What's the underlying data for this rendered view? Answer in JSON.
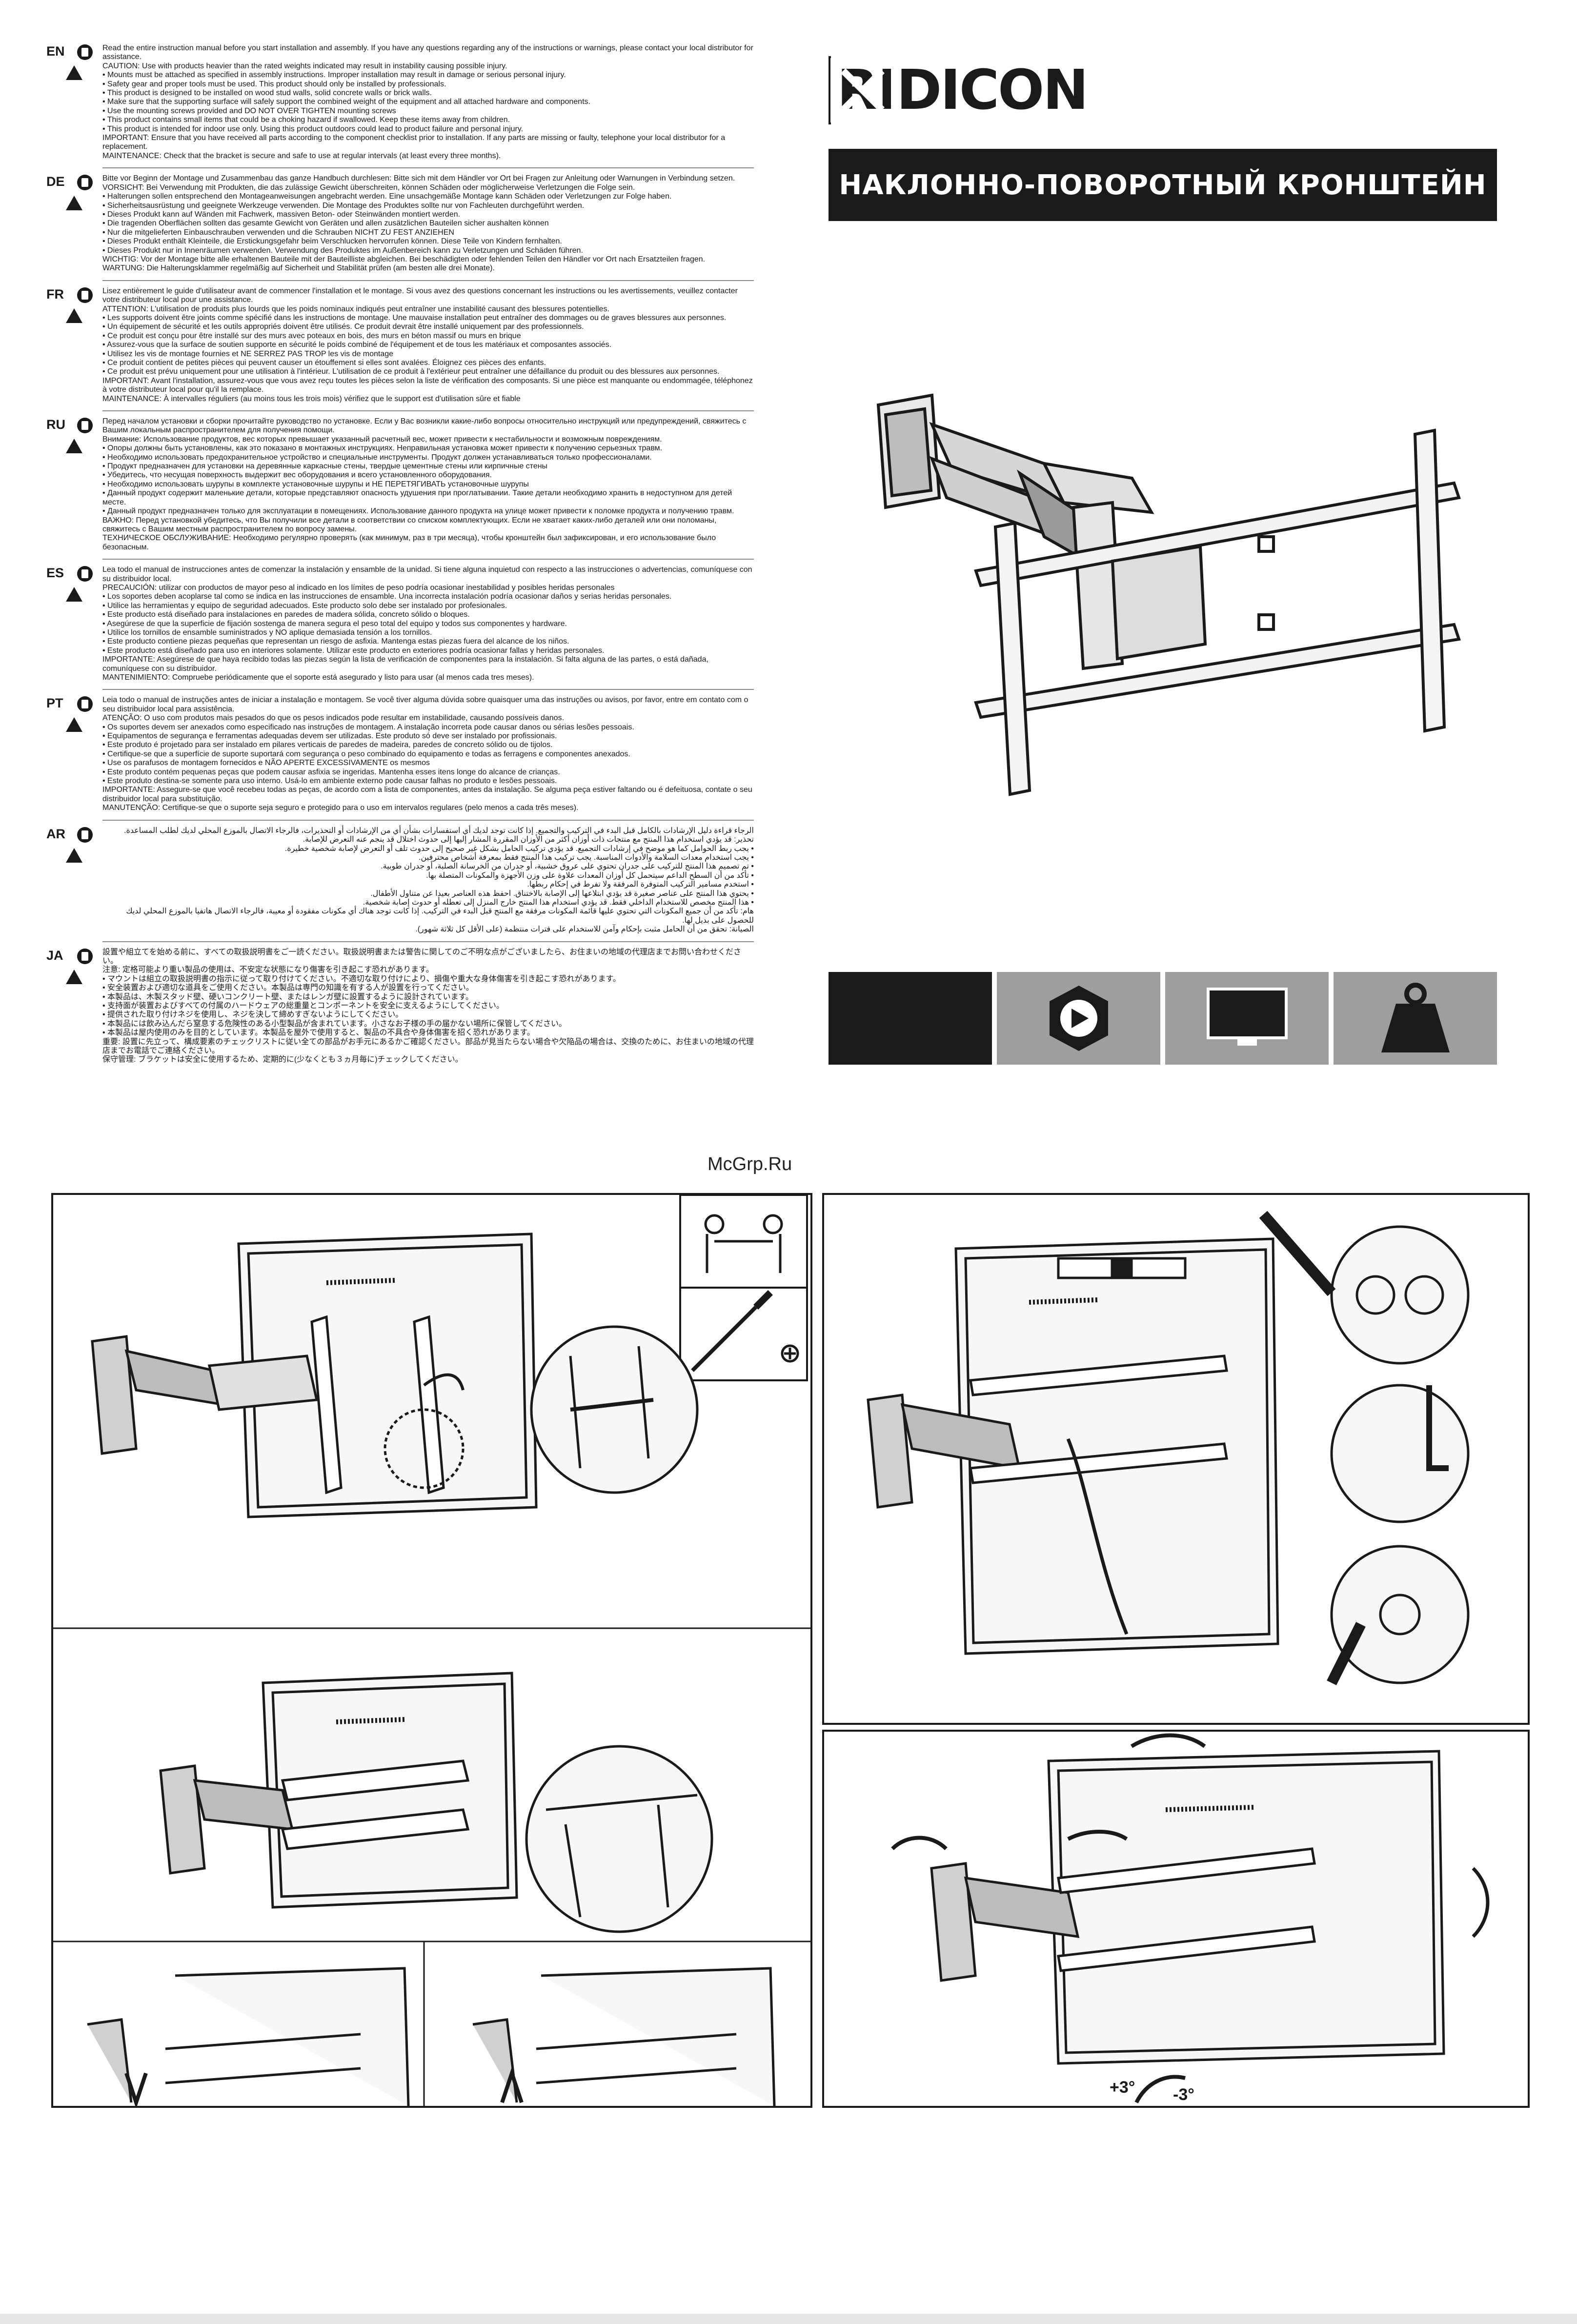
{
  "brand": {
    "name": "RIDICON"
  },
  "product_title": "НАКЛОННО-ПОВОРОТНЫЙ КРОНШТЕЙН",
  "watermark": "McGrp.Ru",
  "angles": {
    "plus": "+3°",
    "minus": "-3°"
  },
  "languages": [
    {
      "code": "EN",
      "lines": [
        "Read the entire instruction manual before you start installation and assembly. If you have any questions regarding any of the instructions or warnings, please contact your local distributor for assistance.",
        "CAUTION: Use with products heavier than the rated weights indicated may result in instability causing possible injury.",
        "• Mounts must be attached as specified in assembly instructions. Improper installation may result in damage or serious personal injury.",
        "• Safety gear and proper tools must be used. This product should only be installed by professionals.",
        "• This product is designed to be installed on wood stud walls, solid concrete walls or brick walls.",
        "• Make sure that the supporting surface will safely support the combined weight of the equipment and all attached hardware and components.",
        "• Use the mounting screws provided and DO NOT OVER TIGHTEN mounting screws",
        "• This product contains small items that could be a choking hazard if swallowed. Keep these items away from children.",
        "• This product is intended for indoor use only. Using this product outdoors could lead to product failure and personal injury.",
        "IMPORTANT: Ensure that you have received all parts according to the component checklist prior to installation. If any parts are missing or faulty, telephone your local distributor for a replacement.",
        "MAINTENANCE: Check that the bracket is secure and safe to use at regular intervals (at least every three months)."
      ]
    },
    {
      "code": "DE",
      "lines": [
        "Bitte vor Beginn der Montage und Zusammenbau das ganze Handbuch durchlesen: Bitte sich mit dem Händler vor Ort bei Fragen zur Anleitung oder Warnungen in Verbindung setzen.",
        "VORSICHT: Bei Verwendung mit Produkten, die das zulässige Gewicht überschreiten, können Schäden oder möglicherweise Verletzungen die Folge sein.",
        "• Halterungen sollen entsprechend den Montageanweisungen angebracht werden. Eine unsachgemäße Montage kann Schäden oder Verletzungen zur Folge haben.",
        "• Sicherheitsausrüstung und geeignete Werkzeuge verwenden. Die Montage des Produktes sollte nur von Fachleuten durchgeführt werden.",
        "• Dieses Produkt kann auf Wänden mit Fachwerk, massiven Beton- oder Steinwänden montiert werden.",
        "• Die tragenden Oberflächen sollten das gesamte Gewicht von Geräten und allen zusätzlichen Bauteilen sicher aushalten können",
        "• Nur die mitgelieferten Einbauschrauben verwenden und die Schrauben NICHT ZU FEST ANZIEHEN",
        "• Dieses Produkt enthält Kleinteile, die Erstickungsgefahr beim Verschlucken hervorrufen können. Diese Teile von Kindern fernhalten.",
        "• Dieses Produkt nur in Innenräumen verwenden. Verwendung des Produktes im Außenbereich kann zu Verletzungen und Schäden führen.",
        "WICHTIG: Vor der Montage bitte alle erhaltenen Bauteile mit der Bauteilliste abgleichen. Bei beschädigten oder fehlenden Teilen den Händler vor Ort nach Ersatzteilen fragen.",
        "WARTUNG: Die Halterungsklammer regelmäßig auf Sicherheit und Stabilität prüfen (am besten alle drei Monate)."
      ]
    },
    {
      "code": "FR",
      "lines": [
        "Lisez entièrement le guide d'utilisateur avant de commencer l'installation et le montage. Si vous avez des questions concernant les instructions ou les avertissements, veuillez contacter votre distributeur local pour une assistance.",
        "ATTENTION: L'utilisation de produits plus lourds que les poids nominaux indiqués peut entraîner une instabilité causant des blessures potentielles.",
        "• Les supports doivent être joints comme spécifié dans les instructions de montage. Une mauvaise installation peut entraîner des dommages ou de graves blessures aux personnes.",
        "• Un équipement de sécurité et les outils appropriés doivent être utilisés. Ce produit devrait être installé uniquement par des professionnels.",
        "• Ce produit est conçu pour être installé sur des murs avec poteaux en bois, des murs en béton massif ou murs en brique",
        "• Assurez-vous que la surface de soutien supporte en sécurité le poids combiné de l'équipement et de tous les matériaux et composantes associés.",
        "• Utilisez les vis de montage fournies et NE SERREZ PAS TROP les vis de montage",
        "• Ce produit contient de petites pièces qui peuvent causer un étouffement si elles sont avalées. Éloignez ces pièces des enfants.",
        "• Ce produit est prévu uniquement pour une utilisation à l'intérieur. L'utilisation de ce produit à l'extérieur peut entraîner une défaillance du produit ou des blessures aux personnes.",
        "IMPORTANT: Avant l'installation, assurez-vous que vous avez reçu toutes les pièces selon la liste de vérification des composants. Si une pièce est manquante ou endommagée, téléphonez à votre distributeur local pour qu'il la remplace.",
        "MAINTENANCE: À intervalles réguliers (au moins tous les trois mois) vérifiez que le support est d'utilisation sûre et fiable"
      ]
    },
    {
      "code": "RU",
      "lines": [
        "Перед началом установки и сборки прочитайте руководство по установке. Если у Вас возникли какие-либо вопросы относительно инструкций или предупреждений, свяжитесь с Вашим локальным распространителем для получения помощи.",
        "Внимание: Использование продуктов, вес которых превышает указанный расчетный вес, может привести к нестабильности и возможным повреждениям.",
        "• Опоры должны быть установлены, как это показано в монтажных инструкциях. Неправильная установка может привести к получению серьезных травм.",
        "• Необходимо использовать предохранительное устройство и специальные инструменты. Продукт должен устанавливаться только профессионалами.",
        "• Продукт предназначен для установки на деревянные каркасные стены, твердые цементные стены или кирпичные стены",
        "• Убедитесь, что несущая поверхность выдержит вес оборудования и всего установленного оборудования.",
        "• Необходимо использовать шурупы в комплекте установочные шурупы и НЕ ПЕРЕТЯГИВАТЬ установочные шурупы",
        "• Данный продукт содержит маленькие детали, которые представляют опасность удушения при проглатывании. Такие детали необходимо хранить в недоступном для детей месте.",
        "• Данный продукт предназначен только для эксплуатации в помещениях. Использование данного продукта на улице может привести к поломке продукта и получению травм.",
        "ВАЖНО: Перед установкой убедитесь, что Вы получили все детали в соответствии со списком комплектующих. Если не хватает каких-либо деталей или они поломаны, свяжитесь с Вашим местным распространителем по вопросу замены.",
        "ТЕХНИЧЕСКОЕ ОБСЛУЖИВАНИЕ: Необходимо регулярно проверять (как минимум, раз в три месяца), чтобы кронштейн был зафиксирован, и его использование было безопасным."
      ]
    },
    {
      "code": "ES",
      "lines": [
        "Lea todo el manual de instrucciones antes de comenzar la instalación y ensamble de la unidad. Si tiene alguna inquietud con respecto a las instrucciones o advertencias, comuníquese con su distribuidor local.",
        "PRECAUCIÓN: utilizar con productos de mayor peso al indicado en los límites de peso podría ocasionar inestabilidad y posibles heridas personales",
        "• Los soportes deben acoplarse tal como se indica en las instrucciones de ensamble. Una incorrecta instalación podría ocasionar daños y serias heridas personales.",
        "• Utilice las herramientas y equipo de seguridad adecuados. Este producto solo debe ser instalado por profesionales.",
        "• Este producto está diseñado para instalaciones en paredes de madera sólida, concreto sólido o bloques.",
        "• Asegúrese de que la superficie de fijación sostenga de manera segura el peso total del equipo y todos sus componentes y hardware.",
        "• Utilice los tornillos de ensamble suministrados y NO aplique demasiada tensión a los tornillos.",
        "• Este producto contiene piezas pequeñas que representan un riesgo de asfixia. Mantenga estas piezas fuera del alcance de los niños.",
        "• Este producto está diseñado para uso en interiores solamente. Utilizar este producto en exteriores podría ocasionar fallas y heridas personales.",
        "IMPORTANTE: Asegúrese de que haya recibido todas las piezas según la lista de verificación de componentes para la instalación. Si falta alguna de las partes, o está dañada, comuníquese con su distribuidor.",
        "MANTENIMIENTO: Compruebe periódicamente que el soporte está asegurado y listo para usar (al menos cada tres meses)."
      ]
    },
    {
      "code": "PT",
      "lines": [
        "Leia todo o manual de instruções antes de iniciar a instalação e montagem. Se você tiver alguma dúvida sobre quaisquer uma das instruções ou avisos, por favor, entre em contato com o seu distribuidor local para assistência.",
        "ATENÇÃO: O uso com produtos mais pesados do que os pesos indicados pode resultar em instabilidade, causando possíveis danos.",
        "• Os suportes devem ser anexados como especificado nas instruções de montagem. A instalação incorreta pode causar danos ou sérias lesões pessoais.",
        "• Equipamentos de segurança e ferramentas adequadas devem ser utilizadas. Este produto só deve ser instalado por profissionais.",
        "• Este produto é projetado para ser instalado em pilares verticais de paredes de madeira, paredes de concreto sólido ou de tijolos.",
        "• Certifique-se que a superfície de suporte suportará com segurança o peso combinado do equipamento e todas as ferragens e componentes anexados.",
        "• Use os parafusos de montagem fornecidos e NÃO APERTE EXCESSIVAMENTE os mesmos",
        "• Este produto contém pequenas peças que podem causar asfixia se ingeridas. Mantenha esses itens longe do alcance de crianças.",
        "• Este produto destina-se somente para uso interno. Usá-lo em ambiente externo pode causar falhas no produto e lesões pessoais.",
        "IMPORTANTE: Assegure-se que você recebeu todas as peças, de acordo com a lista de componentes, antes da instalação. Se alguma peça estiver faltando ou é defeituosa, contate o seu distribuidor local para substituição.",
        "MANUTENÇÃO: Certifique-se que o suporte seja seguro e protegido para o uso em intervalos regulares (pelo menos a cada três meses)."
      ]
    },
    {
      "code": "AR",
      "lines": [
        "الرجاء قراءة دليل الإرشادات بالكامل قبل البدء في التركيب والتجميع. إذا كانت توجد لديك أي استفسارات بشأن أي من الإرشادات أو التحذيرات، فالرجاء الاتصال بالموزع المحلي لديك لطلب المساعدة.",
        "تحذير: قد يؤدي استخدام هذا المنتج مع منتجات ذات أوزان أكثر من الأوزان المقررة المشار إليها إلى حدوث اختلال قد ينجم عنه التعرض للإصابة.",
        "• يجب ربط الحوامل كما هو موضح في إرشادات التجميع. قد يؤدي تركيب الحامل بشكل غير صحيح إلى حدوث تلف أو التعرض لإصابة شخصية خطيرة.",
        "• يجب استخدام معدات السلامة والأدوات المناسبة. يجب تركيب هذا المنتج فقط بمعرفة أشخاص محترفين.",
        "• تم تصميم هذا المنتج للتركيب على جدران تحتوي على عروق خشبية، أو جدران من الخرسانة الصلبة، أو جدران طوبية.",
        "• تأكد من أن السطح الداعم سيتحمل كل أوزان المعدات علاوة على وزن الأجهزة والمكونات المتصلة بها.",
        "• استخدم مسامير التركيب المتوفرة المرفقة ولا تفرط في إحكام ربطها.",
        "• يحتوي هذا المنتج على عناصر صغيرة قد يؤدي ابتلاعها إلى الإصابة بالاختناق. احفظ هذه العناصر بعيدا عن متناول الأطفال.",
        "• هذا المنتج مخصص للاستخدام الداخلي فقط. قد يؤدي استخدام هذا المنتج خارج المنزل إلى تعطله أو حدوث إصابة شخصية.",
        "هام: تأكد من أن جميع المكونات التي تحتوي عليها قائمة المكونات مرفقة مع المنتج قبل البدء في التركيب. إذا كانت توجد هناك أي مكونات مفقودة أو معيبة، فالرجاء الاتصال هاتفيا بالموزع المحلي لديك للحصول على بديل لها.",
        "الصيانة: تحقق من أن الحامل مثبت بإحكام وآمن للاستخدام على فترات منتظمة (على الأقل كل ثلاثة شهور)."
      ]
    },
    {
      "code": "JA",
      "lines": [
        "設置や組立てを始める前に、すべての取扱説明書をご一読ください。取扱説明書または警告に関してのご不明な点がございましたら、お住まいの地域の代理店までお問い合わせください。",
        "注意: 定格可能より重い製品の使用は、不安定な状態になり傷害を引き起こす恐れがあります。",
        "• マウントは組立の取扱説明書の指示に従って取り付けてください。不適切な取り付けにより、損傷や重大な身体傷害を引き起こす恐れがあります。",
        "• 安全装置および適切な道具をご使用ください。本製品は専門の知識を有する人が設置を行ってください。",
        "• 本製品は、木製スタッド壁、硬いコンクリート壁、またはレンガ壁に設置するように設計されています。",
        "• 支持面が装置およびすべての付属のハードウェアの総重量とコンポーネントを安全に支えるようにしてください。",
        "• 提供された取り付けネジを使用し、ネジを決して締めすぎないようにしてください。",
        "• 本製品には飲み込んだら窒息する危険性のある小型製品が含まれています。小さなお子様の手の届かない場所に保管してください。",
        "• 本製品は屋内使用のみを目的としています。本製品を屋外で使用すると、製品の不具合や身体傷害を招く恐れがあります。",
        "重要: 設置に先立って、構成要素のチェックリストに従い全ての部品がお手元にあるかご確認ください。部品が見当たらない場合や欠陥品の場合は、交換のために、お住まいの地域の代理店までお電話でご連絡ください。",
        "保守管理: ブラケットは安全に使用するため、定期的に(少なくとも３ヵ月毎に)チェックしてください。"
      ]
    }
  ]
}
